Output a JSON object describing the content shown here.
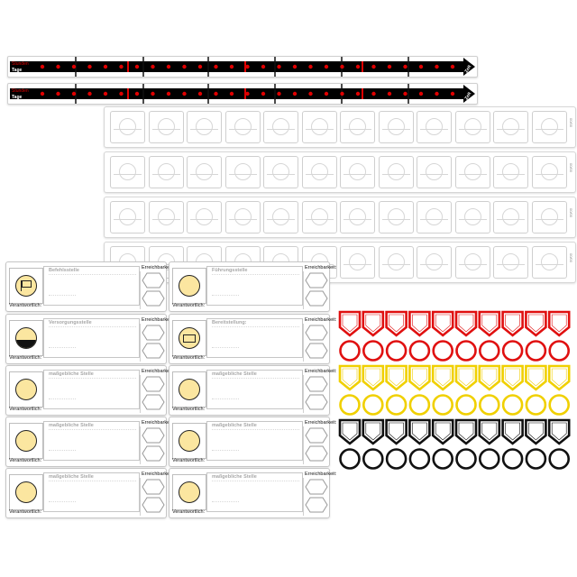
{
  "timeline": {
    "label_top": "Stunden",
    "label_bottom": "Tage",
    "arrow_label": "Zeit",
    "colors": {
      "background": "#000000",
      "dot": "#e00000",
      "tick": "#ffffff"
    }
  },
  "bars": {
    "count": 4,
    "edge_label": "00/00"
  },
  "cards": {
    "reach_label": "Erreichbarkeit:",
    "responsible_label": "Verantwortlich:",
    "items": [
      {
        "title": "Befehlsstelle",
        "icon": "flag-disc-icon"
      },
      {
        "title": "Führungsstelle",
        "icon": "plain-disc-icon"
      },
      {
        "title": "Versorgungsstelle",
        "icon": "half-filled-disc-icon"
      },
      {
        "title": "Bereitstellung:",
        "icon": "rectangle-disc-icon"
      },
      {
        "title": "maßgebliche Stelle",
        "icon": "plain-disc-icon"
      },
      {
        "title": "maßgebliche Stelle",
        "icon": "plain-disc-icon"
      },
      {
        "title": "maßgebliche Stelle",
        "icon": "plain-disc-icon"
      },
      {
        "title": "maßgebliche Stelle",
        "icon": "plain-disc-icon"
      },
      {
        "title": "maßgebliche Stelle",
        "icon": "plain-disc-icon"
      },
      {
        "title": "maßgebliche Stelle",
        "icon": "plain-disc-icon"
      }
    ]
  },
  "markers": {
    "rows": [
      {
        "color": "#e01010",
        "shape": "shield-outline-icon"
      },
      {
        "color": "#e01010",
        "shape": "ring-icon"
      },
      {
        "color": "#f0d000",
        "shape": "shield-outline-icon"
      },
      {
        "color": "#f0d000",
        "shape": "ring-icon"
      },
      {
        "color": "#111111",
        "shape": "shield-outline-icon"
      },
      {
        "color": "#111111",
        "shape": "ring-icon"
      }
    ],
    "per_row": 10
  }
}
